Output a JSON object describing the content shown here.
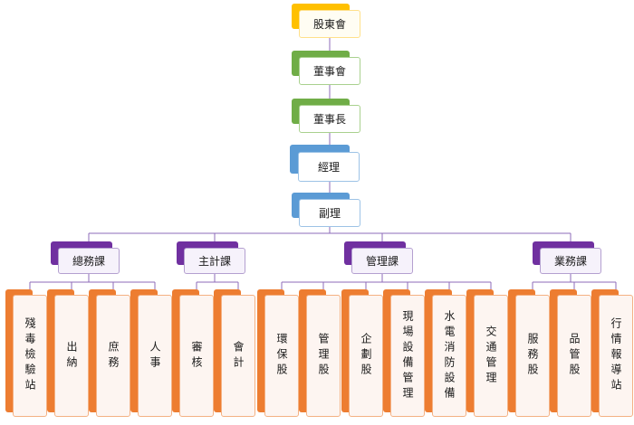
{
  "colors": {
    "shareholder": {
      "tab": "#ffc000",
      "border": "#ffe08a",
      "fill": "#fffdf3"
    },
    "board": {
      "tab": "#70ad47",
      "border": "#a9d18e",
      "fill": "#ffffff"
    },
    "manager": {
      "tab": "#5b9bd5",
      "border": "#9dc3e6",
      "fill": "#ffffff"
    },
    "section": {
      "tab": "#7030a0",
      "border": "#b4a0d0",
      "fill": "#f6f2fb"
    },
    "unit": {
      "tab": "#ed7d31",
      "border": "#f4b183",
      "fill": "#fdf5f1"
    },
    "line": "#8e6bb8"
  },
  "top": [
    {
      "name": "shareholders-meeting",
      "label": "股東會",
      "color": "shareholder"
    },
    {
      "name": "board-of-directors",
      "label": "董事會",
      "color": "board"
    },
    {
      "name": "chairman",
      "label": "董事長",
      "color": "board"
    },
    {
      "name": "general-manager",
      "label": "經理",
      "color": "manager"
    },
    {
      "name": "deputy-manager",
      "label": "副理",
      "color": "manager"
    }
  ],
  "sections": [
    {
      "name": "general-affairs-section",
      "label": "總務課",
      "units": [
        "殘毒檢驗站",
        "出納",
        "庶務",
        "人事"
      ]
    },
    {
      "name": "accounting-section",
      "label": "主計課",
      "units": [
        "審核",
        "會計"
      ]
    },
    {
      "name": "management-section",
      "label": "管理課",
      "units": [
        "環保股",
        "管理股",
        "企劃股",
        "現場設備管理",
        "水電消防設備",
        "交通管理"
      ]
    },
    {
      "name": "business-section",
      "label": "業務課",
      "units": [
        "服務股",
        "品管股",
        "行情報導站"
      ]
    }
  ]
}
